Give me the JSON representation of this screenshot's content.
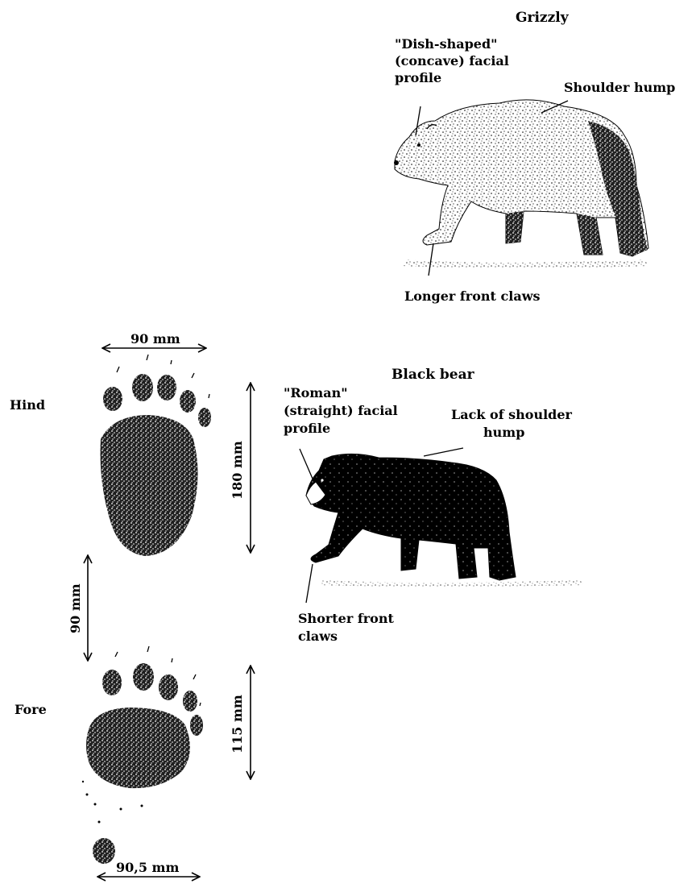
{
  "grizzly": {
    "title": "Grizzly",
    "dish_profile": [
      "\"Dish-shaped\"",
      "(concave) facial",
      "profile"
    ],
    "shoulder_hump": "Shoulder hump",
    "longer_claws": "Longer front claws"
  },
  "black_bear": {
    "title": "Black bear",
    "roman_profile": [
      "\"Roman\"",
      "(straight) facial",
      "profile"
    ],
    "lack_hump": [
      "Lack of shoulder",
      "hump"
    ],
    "shorter_claws": [
      "Shorter front",
      "claws"
    ]
  },
  "tracks": {
    "hind_label": "Hind",
    "fore_label": "Fore",
    "hind_width": "90 mm",
    "hind_length": "180 mm",
    "gap_length": "90 mm",
    "fore_length": "115 mm",
    "fore_width": "90,5 mm"
  }
}
